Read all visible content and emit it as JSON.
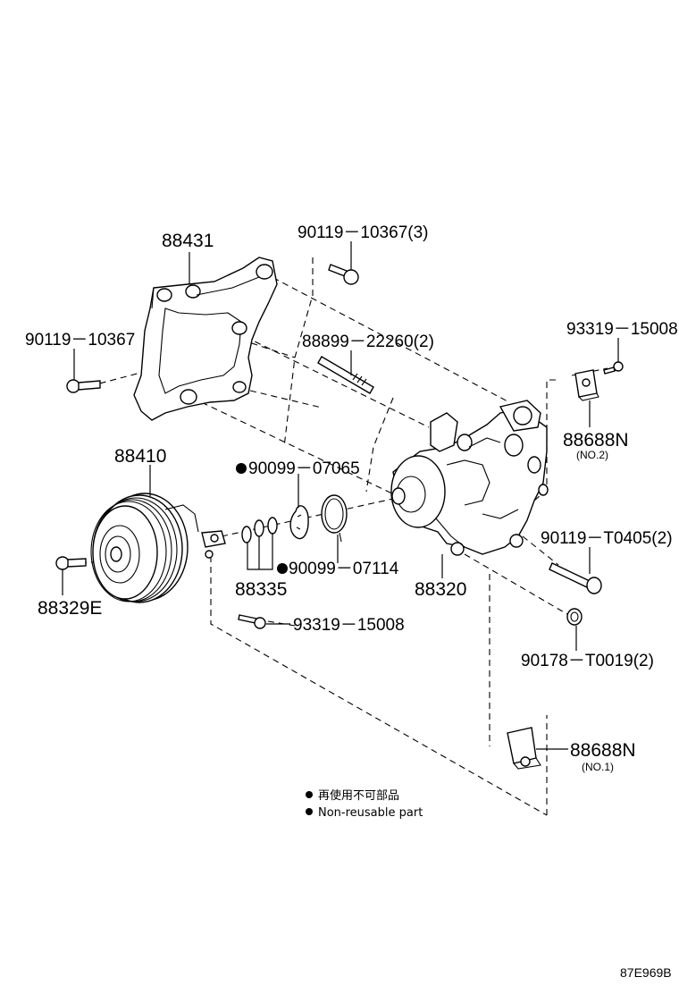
{
  "labels": {
    "p88431": "88431",
    "p90119_10367_3": "90119－10367(3)",
    "p90119_10367": "90119－10367",
    "p88899_22260_2": "88899－22260(2)",
    "p93319_15008_top": "93319－15008",
    "p88688N_no2": "88688N",
    "p88688N_no2_sub": "(NO.2)",
    "p88410": "88410",
    "p90099_07065": "90099－07065",
    "p90099_07114": "90099－07114",
    "p88329E": "88329E",
    "p88335": "88335",
    "p88320": "88320",
    "p90119_T0405_2": "90119－T0405(2)",
    "p90178_T0019_2": "90178－T0019(2)",
    "p93319_15008_bottom": "93319－15008",
    "p88688N_no1": "88688N",
    "p88688N_no1_sub": "(NO.1)"
  },
  "legend": {
    "jp": "再使用不可部品",
    "en": "Non-reusable part"
  },
  "drawing_code": "87E969B"
}
